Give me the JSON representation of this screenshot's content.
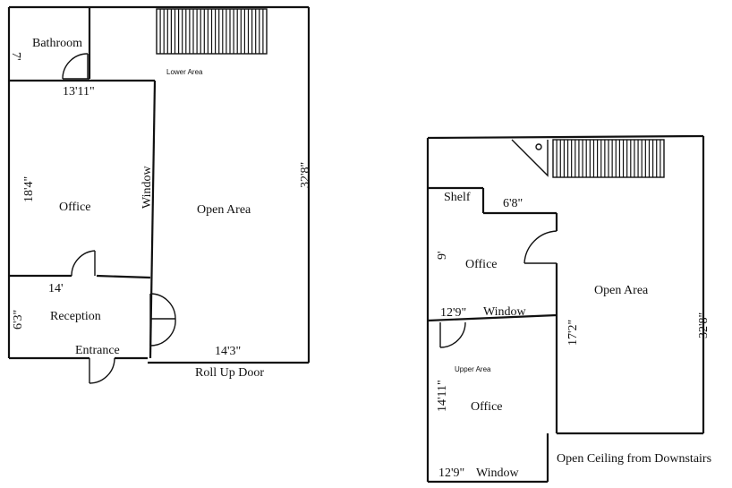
{
  "lower_plan": {
    "area_title": "Lower Area",
    "rooms": {
      "bathroom": "Bathroom",
      "office": "Office",
      "open_area": "Open Area",
      "reception": "Reception",
      "entrance": "Entrance"
    },
    "features": {
      "window": "Window",
      "roll_up_door": "Roll Up Door"
    },
    "dimensions": {
      "bathroom_height": "7'",
      "office_width": "13'11\"",
      "office_height": "18'4\"",
      "total_length": "32'8\"",
      "reception_width": "14'",
      "reception_height": "6'3\"",
      "door_width": "14'3\""
    }
  },
  "upper_plan": {
    "area_title": "Upper Area",
    "rooms": {
      "shelf": "Shelf",
      "office_1": "Office",
      "open_area": "Open Area",
      "office_2": "Office"
    },
    "features": {
      "window_1": "Window",
      "window_2": "Window",
      "open_ceiling": "Open Ceiling from Downstairs"
    },
    "dimensions": {
      "shelf_width": "6'8\"",
      "office_1_height": "9'",
      "office_1_width": "12'9\"",
      "open_area_height": "17'2\"",
      "total_length": "32'8\"",
      "office_2_height": "14'11\"",
      "office_2_width": "12'9\""
    }
  }
}
